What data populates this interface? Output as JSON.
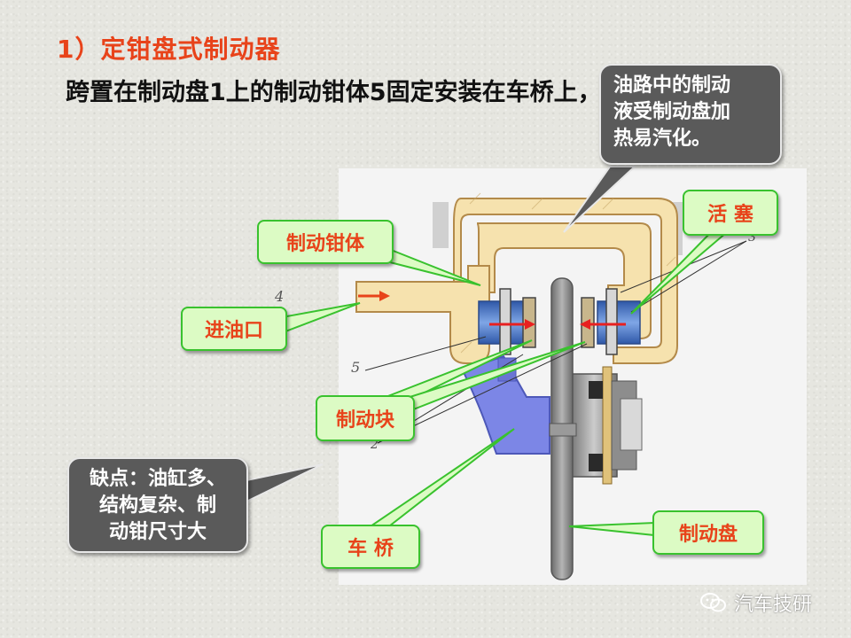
{
  "title": "1）定钳盘式制动器",
  "subtitle": "跨置在制动盘1上的制动钳体5固定安装在车桥上，既不能旋转",
  "callouts": {
    "fluid_heat": [
      "油路中的制动",
      "液受制动盘加",
      "热易汽化。"
    ],
    "drawback": [
      "缺点：油缸多、",
      "结构复杂、制",
      "动钳尺寸大"
    ]
  },
  "labels": {
    "caliper_body": "制动钳体",
    "piston": "活 塞",
    "oil_inlet": "进油口",
    "brake_pad": "制动块",
    "axle": "车 桥",
    "brake_disc": "制动盘"
  },
  "diagram_numbers": {
    "n4": "4",
    "n5": "5",
    "n3": "3",
    "n2": "2"
  },
  "watermark": "汽车技研",
  "colors": {
    "title": "#e8431a",
    "label_border": "#39c22e",
    "label_fill": "#dcfbc4",
    "callout_fill": "#5a5a5a",
    "caliper": "#f3dca4",
    "piston": "#4a76c4",
    "axle": "#7c86e6",
    "disc": "#8c8c8c"
  }
}
